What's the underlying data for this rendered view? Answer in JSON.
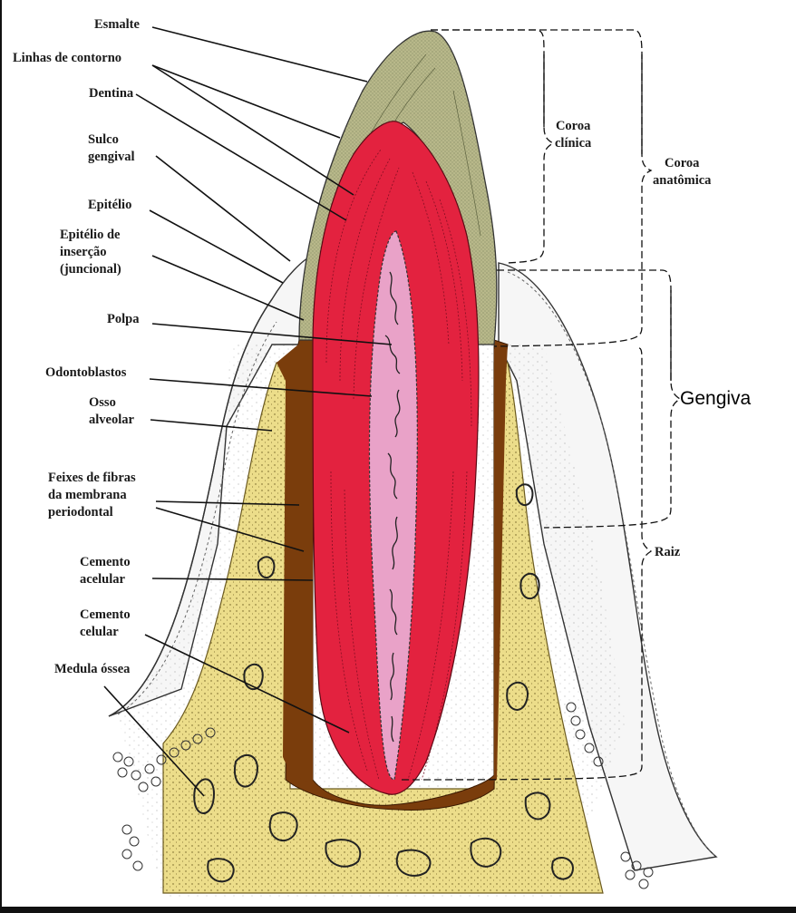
{
  "labels": {
    "esmalte": "Esmalte",
    "linhas_contorno": "Linhas de contorno",
    "dentina": "Dentina",
    "sulco_gengival": "Sulco\ngengival",
    "epitelio": "Epitélio",
    "epitelio_insercao": "Epitélio de\ninserção\n(juncional)",
    "polpa": "Polpa",
    "odontoblastos": "Odontoblastos",
    "osso_alveolar": "Osso\nalveolar",
    "feixes_fibras": "Feixes de fibras\nda membrana\nperiodontal",
    "cemento_acelular": "Cemento\nacelular",
    "cemento_celular": "Cemento\ncelular",
    "medula_ossea": "Medula óssea",
    "coroa_clinica": "Coroa\nclínica",
    "coroa_anatomica": "Coroa\nanatômica",
    "gengiva": "Gengiva",
    "raiz": "Raiz"
  },
  "colors": {
    "enamel": "#b8b88a",
    "dentin": "#e3223f",
    "pulp": "#e9a2c8",
    "cementum": "#7a3d0c",
    "bone": "#ecdd8a",
    "gingiva_outline": "#333333",
    "line": "#111111"
  }
}
